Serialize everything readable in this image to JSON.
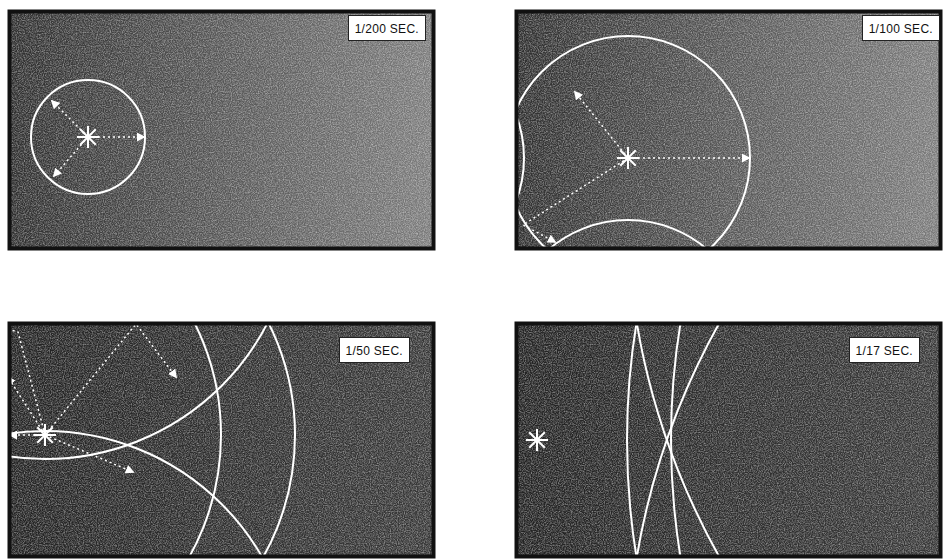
{
  "diagram": {
    "nodes": [
      {
        "text": [
          "1/200 SEC."
        ]
      },
      {
        "text": [
          "1/100 SEC."
        ]
      },
      {
        "text": [
          "1/50 SEC."
        ]
      },
      {
        "text": [
          "1/17 SEC."
        ]
      }
    ]
  }
}
